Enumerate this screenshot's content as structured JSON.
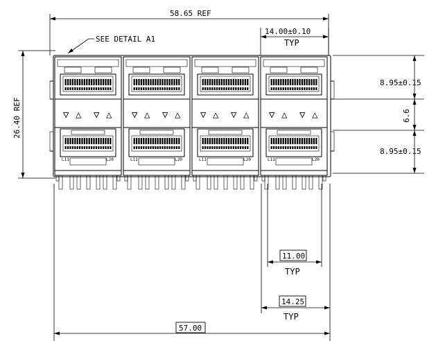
{
  "drawing": {
    "overall_width_ref": "58.65 REF",
    "overall_height_ref": "26.40 REF",
    "detail_callout": "SEE DETAIL A1",
    "pitch": {
      "value": "14.00±0.10",
      "note": "TYP"
    },
    "upper_port_height": "8.95±0.15",
    "middle_spacing": "6.6",
    "lower_port_height": "8.95±0.15",
    "pin_span_inner": {
      "value": "11.00",
      "note": "TYP"
    },
    "pin_span_outer": {
      "value": "14.25",
      "note": "TYP"
    },
    "pin_total_span": "57.00",
    "port_count": 4,
    "port_label_left": "L11",
    "port_label_right": "L20",
    "led_symbols": [
      "▽",
      "△",
      "▽",
      "△"
    ]
  }
}
